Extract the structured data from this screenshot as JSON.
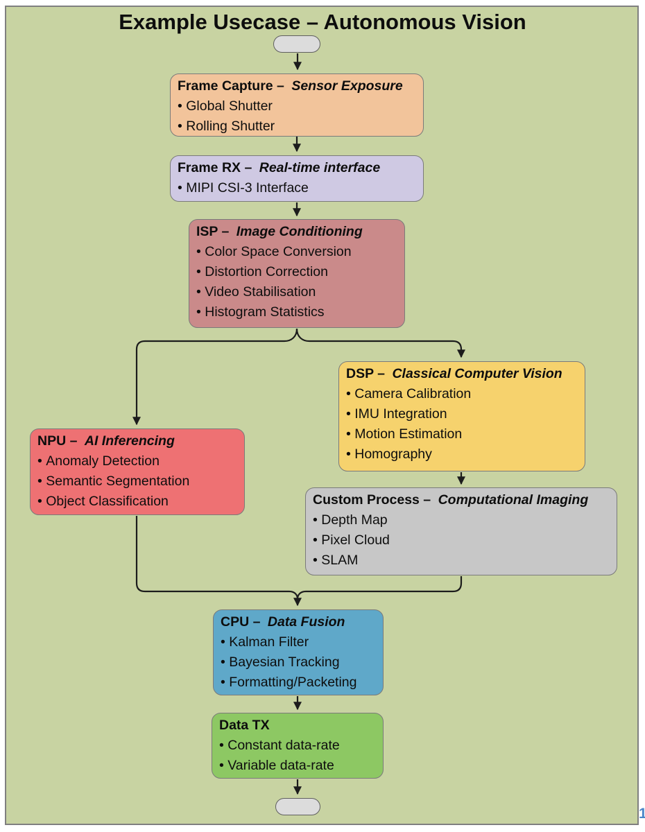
{
  "title": "Example Usecase – Autonomous Vision",
  "page_number": "1",
  "colors": {
    "canvas": "#c8d3a2",
    "terminal": "#dcdcdc",
    "frame_capture": "#f2c49b",
    "frame_rx": "#cfc9e3",
    "isp": "#ca8a8a",
    "dsp": "#f6d26d",
    "npu": "#ee7173",
    "custom_process": "#c7c7c7",
    "cpu": "#5fa8c9",
    "data_tx": "#8dc863"
  },
  "nodes": {
    "frame_capture": {
      "title": "Frame Capture –",
      "subtitle": "Sensor Exposure",
      "bullets": [
        "Global Shutter",
        "Rolling Shutter"
      ]
    },
    "frame_rx": {
      "title": "Frame RX –",
      "subtitle": "Real-time interface",
      "bullets": [
        "MIPI CSI-3 Interface"
      ]
    },
    "isp": {
      "title": "ISP –",
      "subtitle": "Image Conditioning",
      "bullets": [
        "Color Space Conversion",
        "Distortion Correction",
        "Video Stabilisation",
        "Histogram Statistics"
      ]
    },
    "npu": {
      "title": "NPU –",
      "subtitle": "AI Inferencing",
      "bullets": [
        "Anomaly Detection",
        "Semantic Segmentation",
        "Object Classification"
      ]
    },
    "dsp": {
      "title": "DSP –",
      "subtitle": "Classical Computer Vision",
      "bullets": [
        "Camera Calibration",
        "IMU Integration",
        "Motion Estimation",
        "Homography"
      ]
    },
    "custom_process": {
      "title": "Custom Process –",
      "subtitle": "Computational Imaging",
      "bullets": [
        "Depth Map",
        "Pixel Cloud",
        "SLAM"
      ]
    },
    "cpu": {
      "title": "CPU –",
      "subtitle": "Data Fusion",
      "bullets": [
        "Kalman Filter",
        "Bayesian Tracking",
        "Formatting/Packeting"
      ]
    },
    "data_tx": {
      "title": "Data TX",
      "bullets": [
        "Constant data-rate",
        "Variable data-rate"
      ]
    }
  }
}
